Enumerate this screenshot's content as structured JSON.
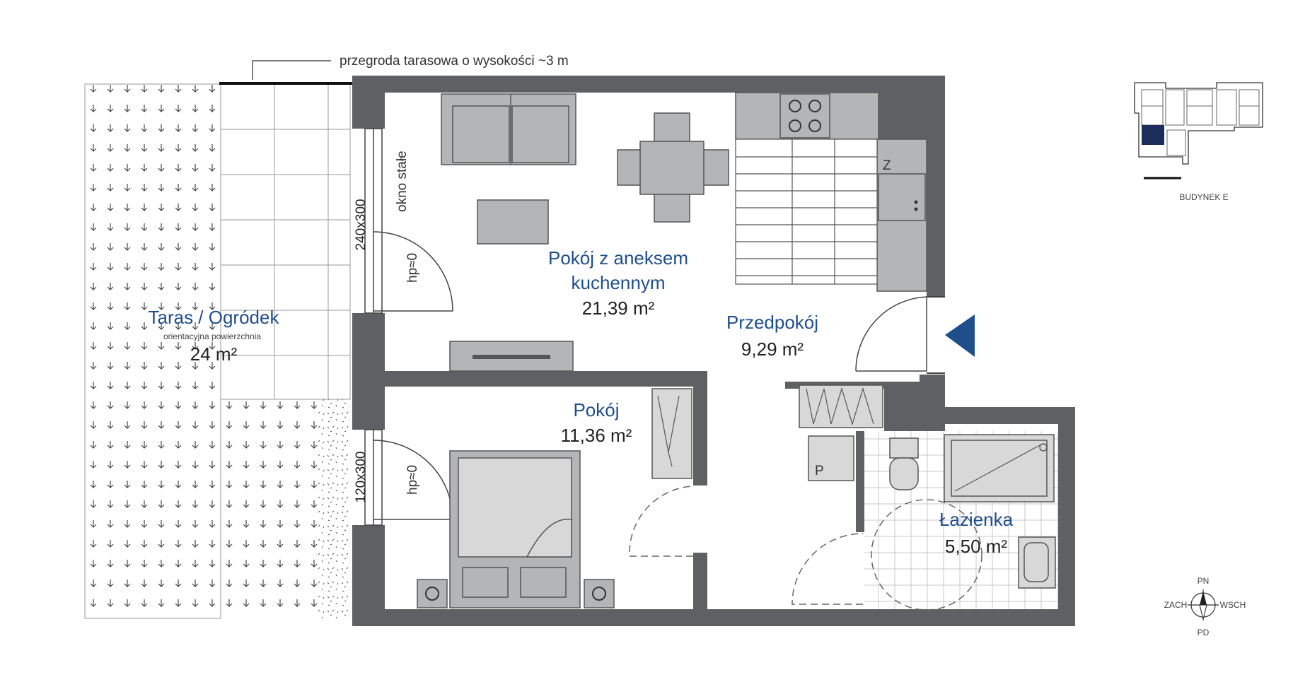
{
  "partition_note": "przegroda tarasowa o wysokości ~3 m",
  "rooms": [
    {
      "name": "Pokój z aneksem",
      "name2": "kuchennym",
      "area": "21,39 m²"
    },
    {
      "name": "Przedpokój",
      "area": "9,29 m²"
    },
    {
      "name": "Pokój",
      "area": "11,36 m²"
    },
    {
      "name": "Łazienka",
      "area": "5,50 m²"
    }
  ],
  "terrace": {
    "name": "Taras / Ogródek",
    "note": "orientacyjna powierzchnia",
    "area": "24 m²"
  },
  "windows": {
    "fixed_note": "okno stałe",
    "w1_size": "240x300",
    "w2_size": "120x300",
    "sill": "hp≈0"
  },
  "fixtures": {
    "fridge": "Z",
    "washer": "P"
  },
  "building_label": "BUDYNEK E",
  "compass": {
    "n": "PN",
    "s": "PD",
    "w": "ZACH",
    "e": "WSCH"
  },
  "colors": {
    "room_label": "#1f4e8c",
    "entrance_marker": "#1f4e8c",
    "wall": "#5f6063",
    "highlight": "#1b2d5c"
  }
}
